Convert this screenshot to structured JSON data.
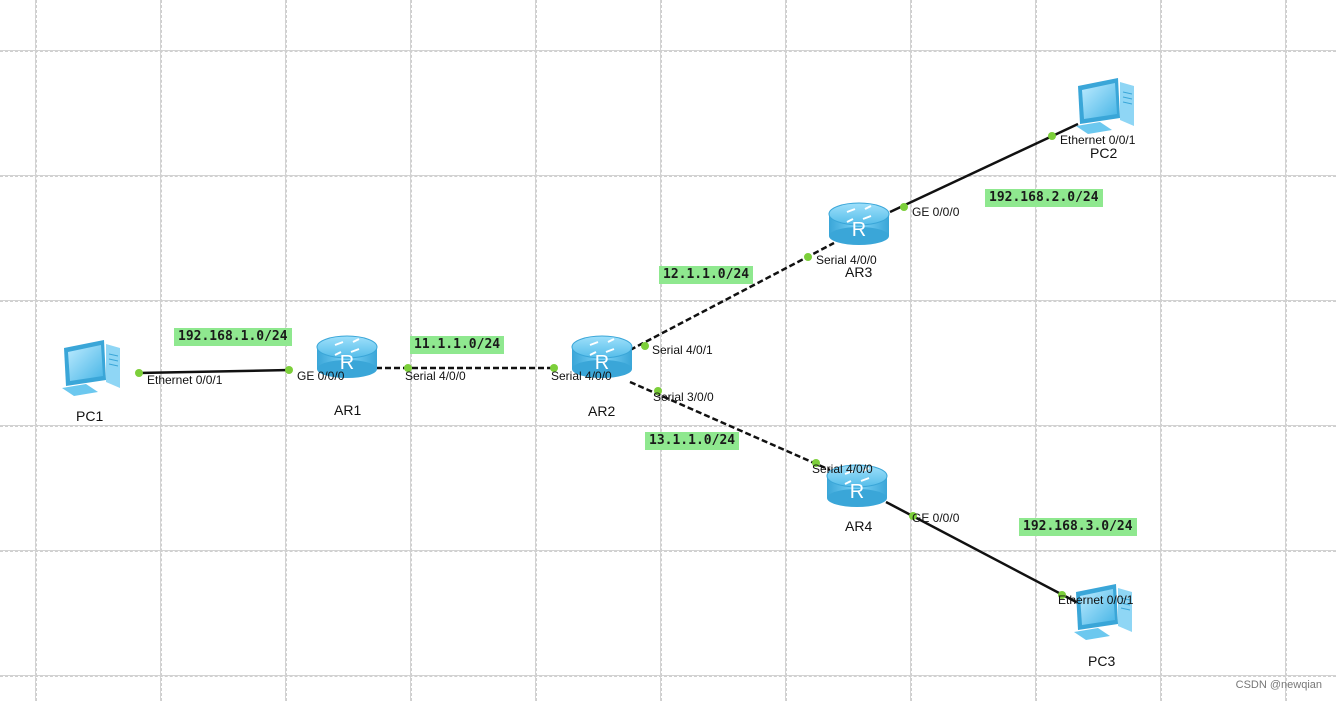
{
  "devices": {
    "pc1": {
      "name": "PC1"
    },
    "pc2": {
      "name": "PC2"
    },
    "pc3": {
      "name": "PC3"
    },
    "ar1": {
      "name": "AR1"
    },
    "ar2": {
      "name": "AR2"
    },
    "ar3": {
      "name": "AR3"
    },
    "ar4": {
      "name": "AR4"
    }
  },
  "interfaces": {
    "pc1_eth": "Ethernet 0/0/1",
    "ar1_ge": "GE 0/0/0",
    "ar1_serial": "Serial 4/0/0",
    "ar2_serial400": "Serial 4/0/0",
    "ar2_serial401": "Serial 4/0/1",
    "ar2_serial300": "Serial 3/0/0",
    "ar3_serial": "Serial 4/0/0",
    "ar3_ge": "GE 0/0/0",
    "pc2_eth": "Ethernet 0/0/1",
    "ar4_serial": "Serial 4/0/0",
    "ar4_ge": "GE 0/0/0",
    "pc3_eth": "Ethernet 0/0/1"
  },
  "networks": {
    "n1": "192.168.1.0/24",
    "n2": "11.1.1.0/24",
    "n3": "12.1.1.0/24",
    "n4": "13.1.1.0/24",
    "n5": "192.168.2.0/24",
    "n6": "192.168.3.0/24"
  },
  "watermark": "CSDN @newqian",
  "colors": {
    "link_color": "#111111",
    "port_dot": "#7ccf3a",
    "net_label_bg": "#8fe88f",
    "router_blue": "#4fb9e6",
    "pc_blue": "#5cc2ee",
    "grid": "#cfcfcf"
  }
}
